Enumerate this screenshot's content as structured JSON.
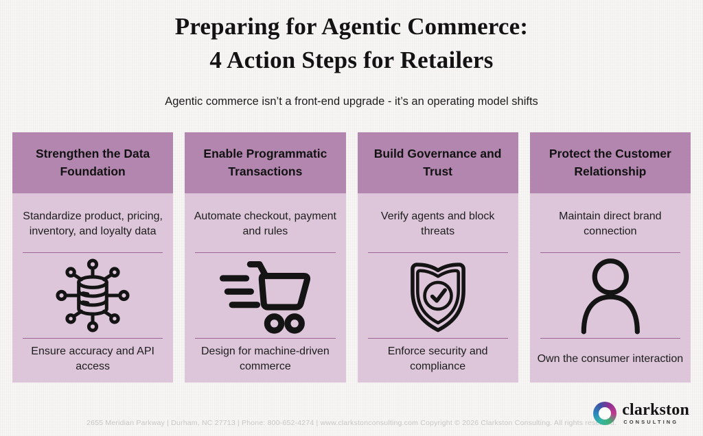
{
  "page": {
    "title_line1": "Preparing for Agentic Commerce:",
    "title_line2": "4 Action Steps for Retailers",
    "subtitle": "Agentic commerce isn’t a front-end upgrade - it’s an operating model shifts"
  },
  "colors": {
    "background": "#f7f6f4",
    "card_header_bg": "#b286ae",
    "card_body_bg": "#ddc6da",
    "divider": "#9c6396",
    "logo_ring": [
      "#35b6a6",
      "#2e86bb",
      "#3f51a5",
      "#8e2f92",
      "#c03a8d",
      "#3fae74"
    ]
  },
  "cards": [
    {
      "title": "Strengthen the Data Foundation",
      "top_text": "Standardize product, pricing, inventory, and loyalty data",
      "icon": "database-network-icon",
      "bottom_text": "Ensure accuracy and API access"
    },
    {
      "title": "Enable Programmatic Transactions",
      "top_text": "Automate checkout, payment and rules",
      "icon": "fast-cart-icon",
      "bottom_text": "Design for machine-driven commerce"
    },
    {
      "title": "Build Governance and Trust",
      "top_text": "Verify agents and block threats",
      "icon": "shield-check-icon",
      "bottom_text": "Enforce security and compliance"
    },
    {
      "title": "Protect the Customer Relationship",
      "top_text": "Maintain direct brand connection",
      "icon": "person-icon",
      "bottom_text": "Own the consumer interaction"
    }
  ],
  "footer": {
    "fine_print": "2655 Meridian Parkway | Durham, NC 27713 | Phone: 800-652-4274 | www.clarkstonconsulting.com Copyright © 2026 Clarkston Consulting. All rights reserved.",
    "logo_name": "clarkston",
    "logo_tagline": "CONSULTING"
  }
}
